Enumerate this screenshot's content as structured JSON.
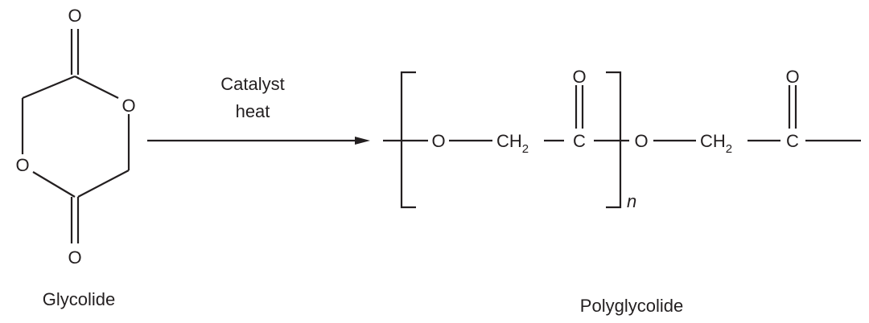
{
  "reactant": {
    "atoms": {
      "o_top": "O",
      "o_ring_right": "O",
      "o_ring_left": "O",
      "o_bottom": "O"
    },
    "name": "Glycolide"
  },
  "reaction": {
    "line1": "Catalyst",
    "line2": "heat"
  },
  "product": {
    "o1": "O",
    "ch2_1": "CH",
    "ch2_1_sub": "2",
    "c1": "C",
    "c1_o": "O",
    "o2": "O",
    "ch2_2": "CH",
    "ch2_2_sub": "2",
    "c2": "C",
    "c2_o": "O",
    "repeat_subscript": "n",
    "name": "Polyglycolide"
  }
}
